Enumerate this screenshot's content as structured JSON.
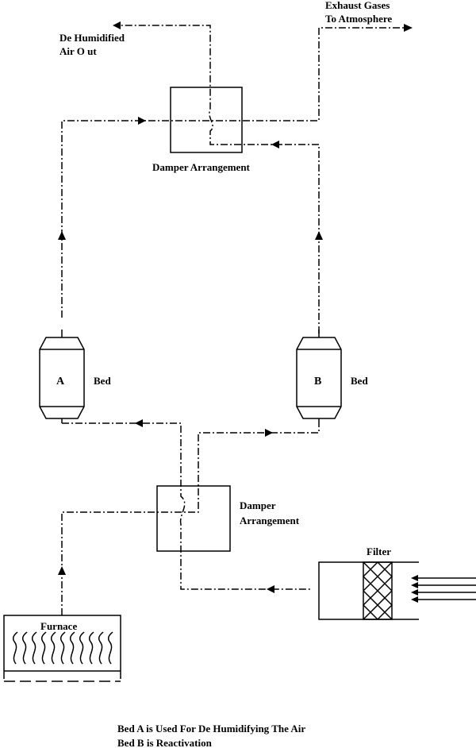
{
  "labels": {
    "dehumidified_line1": "De Humidified",
    "dehumidified_line2": "Air O ut",
    "exhaust_line1": "Exhaust Gases",
    "exhaust_line2": "To Atmosphere",
    "damper_top": "Damper Arrangement",
    "damper_bottom_line1": "Damper",
    "damper_bottom_line2": "Arrangement",
    "bed_a_letter": "A",
    "bed_a_label": "Bed",
    "bed_b_letter": "B",
    "bed_b_label": "Bed",
    "filter": "Filter",
    "furnace": "Furnace"
  },
  "notes": {
    "line1": "Bed A is Used For De Humidifying The Air",
    "line2": "Bed B is Reactivation"
  }
}
